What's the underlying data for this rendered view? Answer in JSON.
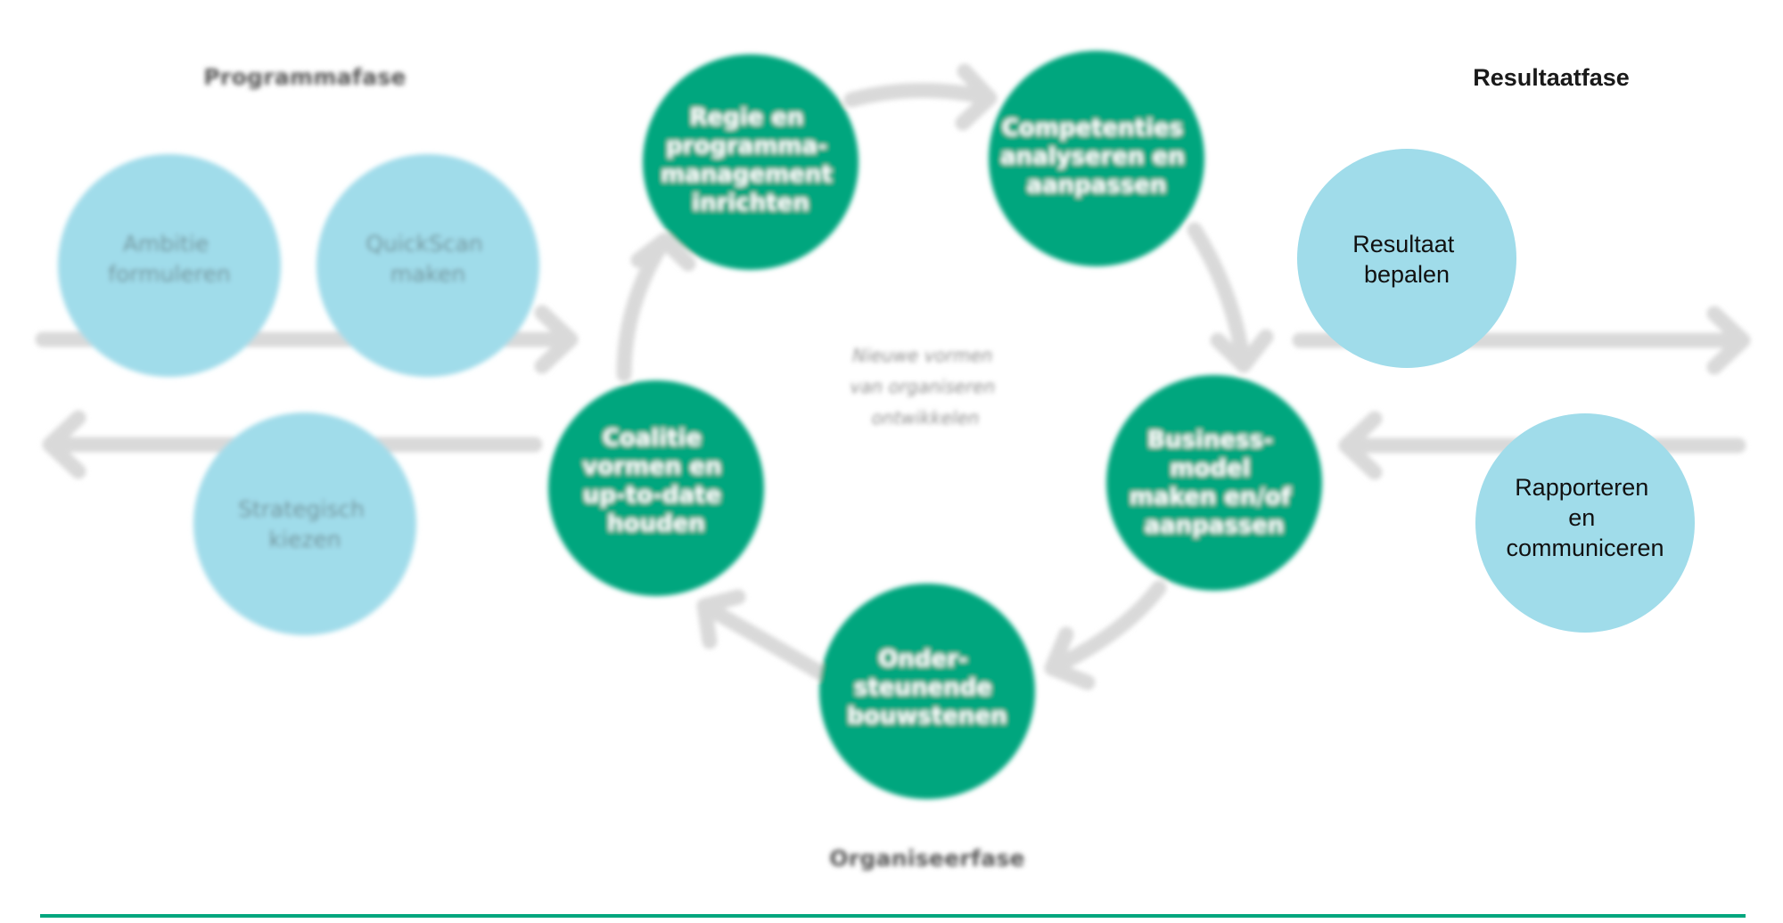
{
  "phases": {
    "programma": "Programmafase",
    "resultaat": "Resultaatfase",
    "organiseer": "Organiseerfase"
  },
  "program_steps": [
    {
      "lines": [
        "Ambitie",
        "formuleren"
      ]
    },
    {
      "lines": [
        "QuickScan",
        "maken"
      ]
    },
    {
      "lines": [
        "Strategisch",
        "kiezen"
      ]
    }
  ],
  "cycle_steps": [
    {
      "lines": [
        "Regie en",
        "programma-",
        "management",
        "inrichten"
      ]
    },
    {
      "lines": [
        "Competenties",
        "analyseren en",
        "aanpassen"
      ]
    },
    {
      "lines": [
        "Business-",
        "model",
        "maken en/of",
        "aanpassen"
      ]
    },
    {
      "lines": [
        "Onder-",
        "steunende",
        "bouwstenen"
      ]
    },
    {
      "lines": [
        "Coalitie",
        "vormen en",
        "up-to-date",
        "houden"
      ]
    }
  ],
  "center_label": {
    "lines": [
      "Nieuwe vormen",
      "van organiseren",
      "ontwikkelen"
    ]
  },
  "result_steps": [
    {
      "lines": [
        "Resultaat",
        "bepalen"
      ]
    },
    {
      "lines": [
        "Rapporteren",
        "en",
        "communiceren"
      ]
    }
  ],
  "colors": {
    "light_circle": "#a0dcea",
    "green_circle": "#00a67e",
    "arrow": "#d9d9d9",
    "footer_line": "#00a67e"
  }
}
